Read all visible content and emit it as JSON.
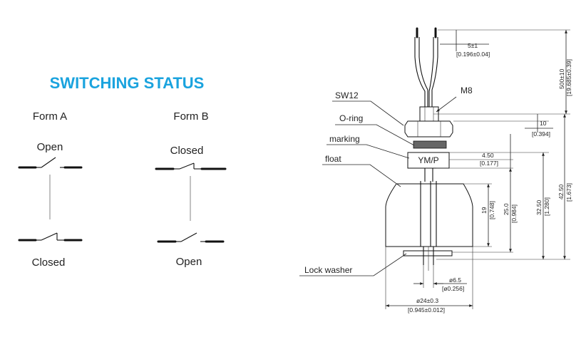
{
  "title": "SWITCHING STATUS",
  "form_a": {
    "label": "Form A",
    "top_state": "Open",
    "bottom_state": "Closed"
  },
  "form_b": {
    "label": "Form B",
    "top_state": "Closed",
    "bottom_state": "Open"
  },
  "callouts": {
    "sw12": "SW12",
    "m8": "M8",
    "oring": "O-ring",
    "marking": "marking",
    "float": "float",
    "lock_washer": "Lock washer",
    "marking_text": "YM/P"
  },
  "dimensions": {
    "wire_strip_mm": "5±1",
    "wire_strip_in": "[0.196±0.04]",
    "cable_mm": "500±10",
    "cable_in": "[19.685±0.39]",
    "nut_mm": "10",
    "nut_in": "[0.394]",
    "marking_mm": "4.50",
    "marking_in": "[0.177]",
    "float_h_mm": "19",
    "float_h_in": "[0.748]",
    "travel_mm": "25.0",
    "travel_in": "[0.984]",
    "body_mm": "32.50",
    "body_in": "[1.280]",
    "overall_mm": "42.50",
    "overall_in": "[1.673]",
    "stem_dia_mm": "ø6.5",
    "stem_dia_in": "[ø0.256]",
    "float_dia_mm": "ø24±0.3",
    "float_dia_in": "[0.945±0.012]"
  },
  "colors": {
    "title": "#1aa3de",
    "ink": "#222222"
  }
}
